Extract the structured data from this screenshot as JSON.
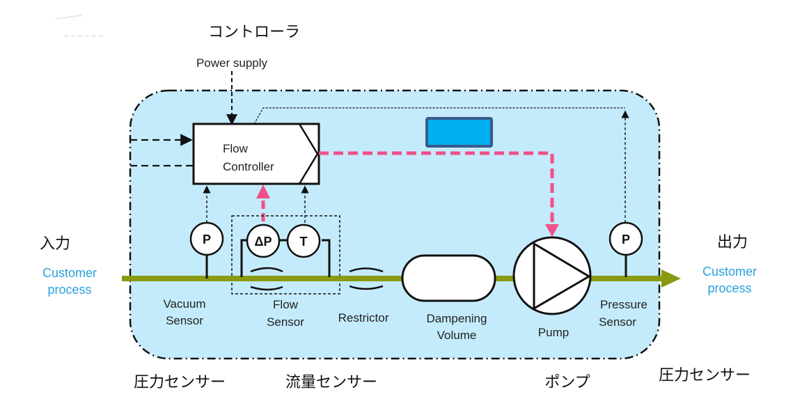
{
  "title_jp": "コントローラ",
  "power_supply": "Power supply",
  "flow_controller": {
    "line1": "Flow",
    "line2": "Controller"
  },
  "inlet": {
    "jp": "入力",
    "line1": "Customer",
    "line2": "process"
  },
  "outlet": {
    "jp": "出力",
    "line1": "Customer",
    "line2": "process"
  },
  "components": {
    "vacuum_sensor": {
      "symbol": "P",
      "line1": "Vacuum",
      "line2": "Sensor",
      "jp": "圧力センサー"
    },
    "flow_sensor": {
      "symbol_dp": "ΔP",
      "symbol_t": "T",
      "line1": "Flow",
      "line2": "Sensor",
      "jp": "流量センサー"
    },
    "restrictor": {
      "line1": "Restrictor"
    },
    "dampening_volume": {
      "line1": "Dampening",
      "line2": "Volume"
    },
    "pump": {
      "line1": "Pump",
      "jp": "ポンプ"
    },
    "pressure_sensor": {
      "symbol": "P",
      "line1": "Pressure",
      "line2": "Sensor",
      "jp": "圧力センサー"
    }
  },
  "colors": {
    "enclosure_fill": "#c4ebfb",
    "process_line": "#8a9a10",
    "signal_highlight": "#f2508a",
    "customer_text": "#2aa0dc",
    "blank_box_fill": "#00b0f0",
    "blank_box_border": "#3a5a8a"
  }
}
